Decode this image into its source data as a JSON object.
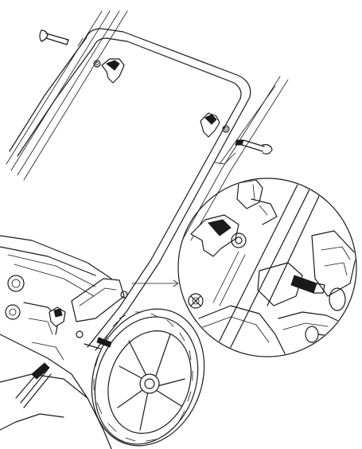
{
  "figure": {
    "parts": [
      "mower-deck",
      "lower-handle",
      "upper-handle",
      "rear-wheel",
      "carriage-bolt",
      "wing-knob",
      "handle-bracket",
      "detail-callout"
    ]
  },
  "colors": {
    "line": "#1a1a1a",
    "background": "#ffffff"
  }
}
